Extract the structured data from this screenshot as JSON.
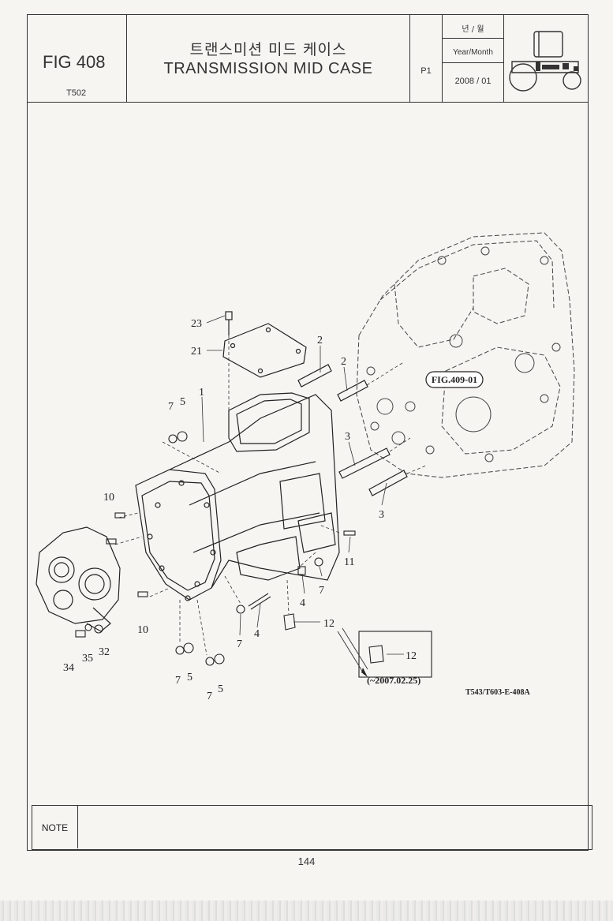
{
  "header": {
    "fig_number": "FIG 408",
    "model": "T502",
    "title_korean": "트랜스미션 미드 케이스",
    "title_english": "TRANSMISSION MID CASE",
    "page_id": "P1",
    "year_month_korean": "년 / 월",
    "year_month_label": "Year/Month",
    "year_month_value": "2008 / 01"
  },
  "drawing": {
    "reference_figure": "FIG.409-01",
    "drawing_code": "T543/T603-E-408A",
    "inset_note": "(~2007.02.25)",
    "callouts": {
      "c23": "23",
      "c21": "21",
      "c1": "1",
      "c2a": "2",
      "c2b": "2",
      "c3a": "3",
      "c3b": "3",
      "c7a": "7",
      "c5a": "5",
      "c10a": "10",
      "c10b": "10",
      "c11": "11",
      "c4a": "4",
      "c7b": "7",
      "c4b": "4",
      "c7c": "7",
      "c12": "12",
      "c12b": "12",
      "c34": "34",
      "c35": "35",
      "c32": "32",
      "c7d": "7",
      "c5b": "5",
      "c7e": "7",
      "c5c": "5"
    }
  },
  "footer": {
    "note_label": "NOTE",
    "page_number": "144"
  }
}
